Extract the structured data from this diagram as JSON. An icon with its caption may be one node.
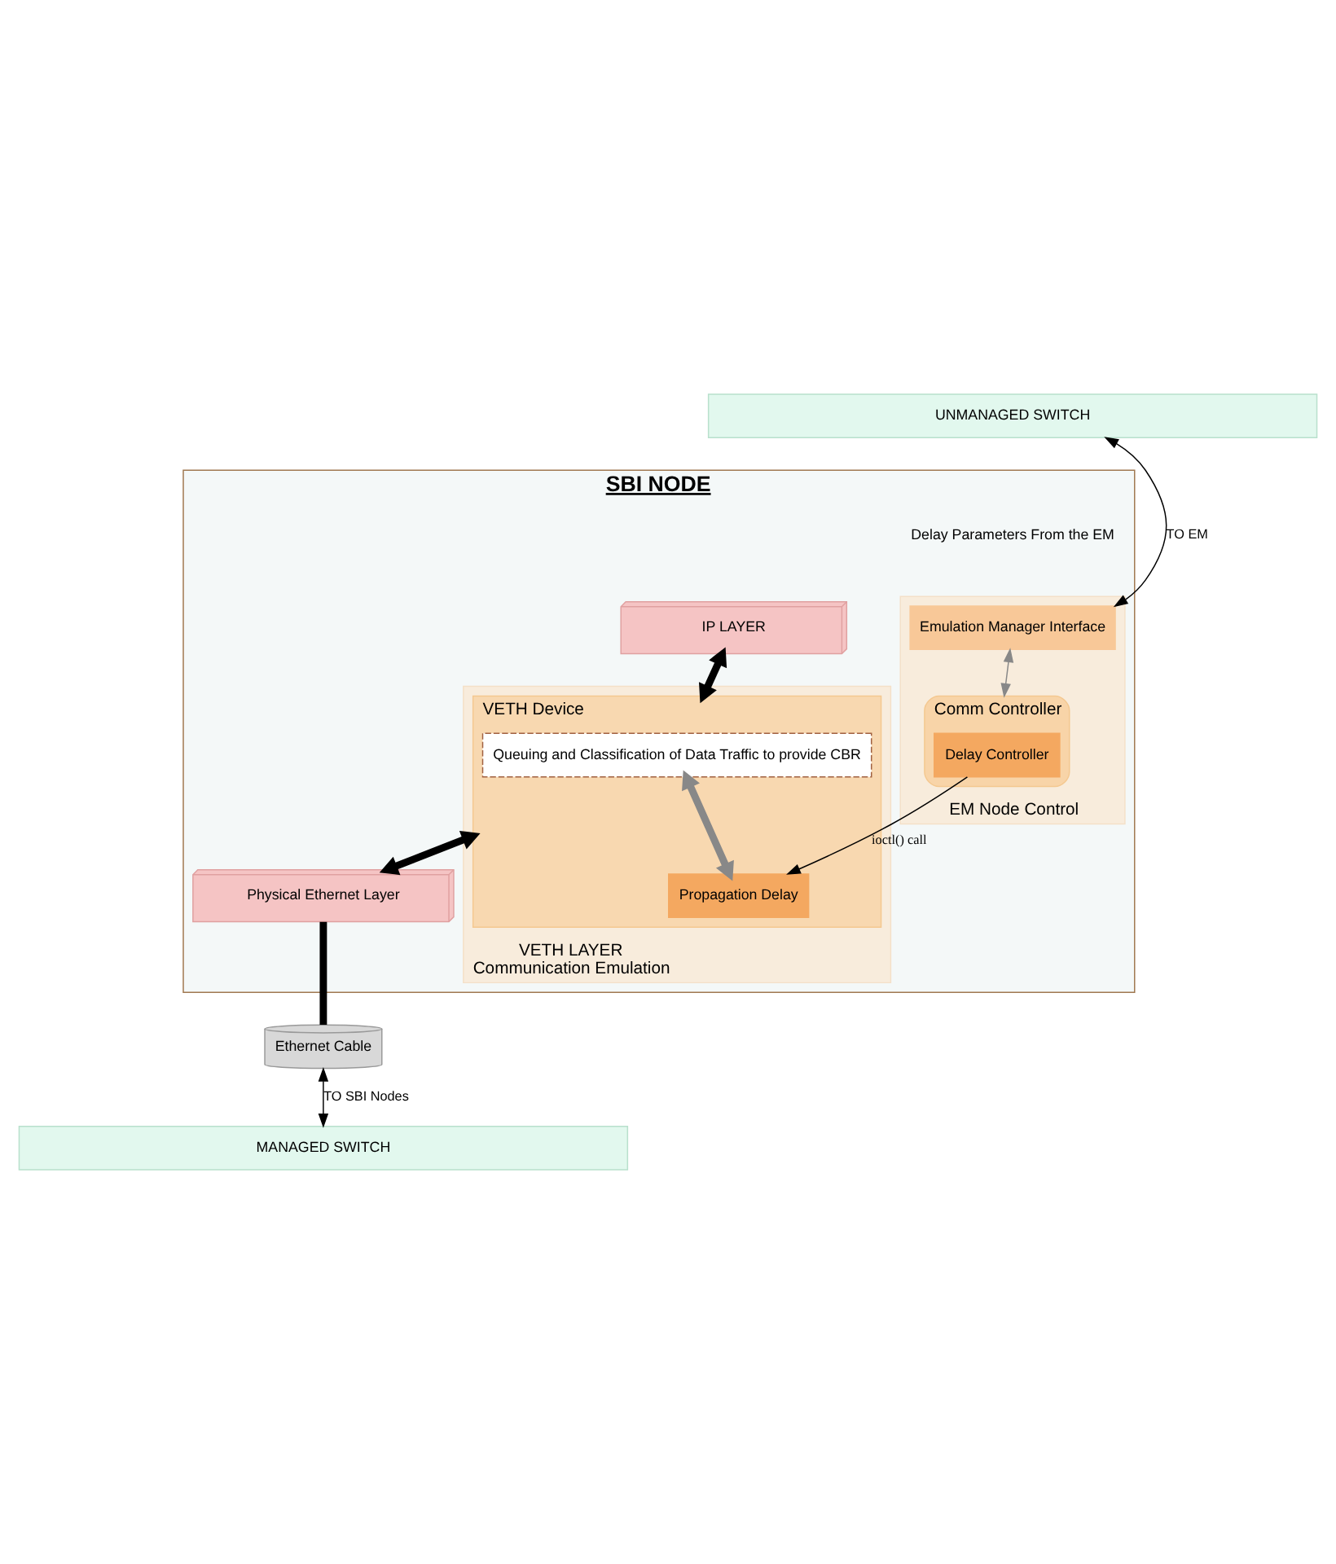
{
  "diagram": {
    "nodes": [
      {
        "text": [
          "UNMANAGED SWITCH"
        ]
      },
      {
        "text": [
          "SBI NODE"
        ]
      },
      {
        "text": [
          "IP LAYER"
        ],
        "in": 1
      },
      {
        "text": [
          "EM Node Control"
        ],
        "in": 1
      },
      {
        "text": [
          "Emulation Manager Interface"
        ],
        "in": 3
      },
      {
        "text": [
          "Comm Controller"
        ],
        "in": 3
      },
      {
        "text": [
          "Delay Controller"
        ],
        "in": 5
      },
      {
        "text": [
          "VETH LAYER",
          "Communication Emulation"
        ],
        "in": 1
      },
      {
        "text": [
          "VETH Device"
        ],
        "in": 7
      },
      {
        "text": [
          "Queuing and Classification of Data Traffic to provide CBR"
        ],
        "in": 8
      },
      {
        "text": [
          "Propagation Delay"
        ],
        "in": 8
      },
      {
        "text": [
          "Physical Ethernet Layer"
        ],
        "in": 1
      },
      {
        "text": [
          "Ethernet Cable"
        ]
      },
      {
        "text": [
          "MANAGED SWITCH"
        ]
      }
    ],
    "edges": [
      {
        "from": 0,
        "to": 4,
        "arrow": "both",
        "label": "TO EM"
      },
      {
        "from": 4,
        "to": 5,
        "arrow": "both",
        "color": "#888888"
      },
      {
        "from": 2,
        "to": 8,
        "arrow": "both",
        "style": "thick"
      },
      {
        "from": 9,
        "to": 10,
        "arrow": "both",
        "color": "#888888",
        "style": "thick"
      },
      {
        "from": 6,
        "to": 10,
        "arrow": "to",
        "label": "ioctl() call"
      },
      {
        "from": 8,
        "to": 11,
        "arrow": "both",
        "style": "thick"
      },
      {
        "from": 11,
        "to": 12,
        "arrow": "none",
        "style": "thick"
      },
      {
        "from": 12,
        "to": 13,
        "arrow": "both",
        "label": "TO SBI Nodes"
      }
    ],
    "labels": [
      "Delay Parameters From the EM"
    ]
  }
}
